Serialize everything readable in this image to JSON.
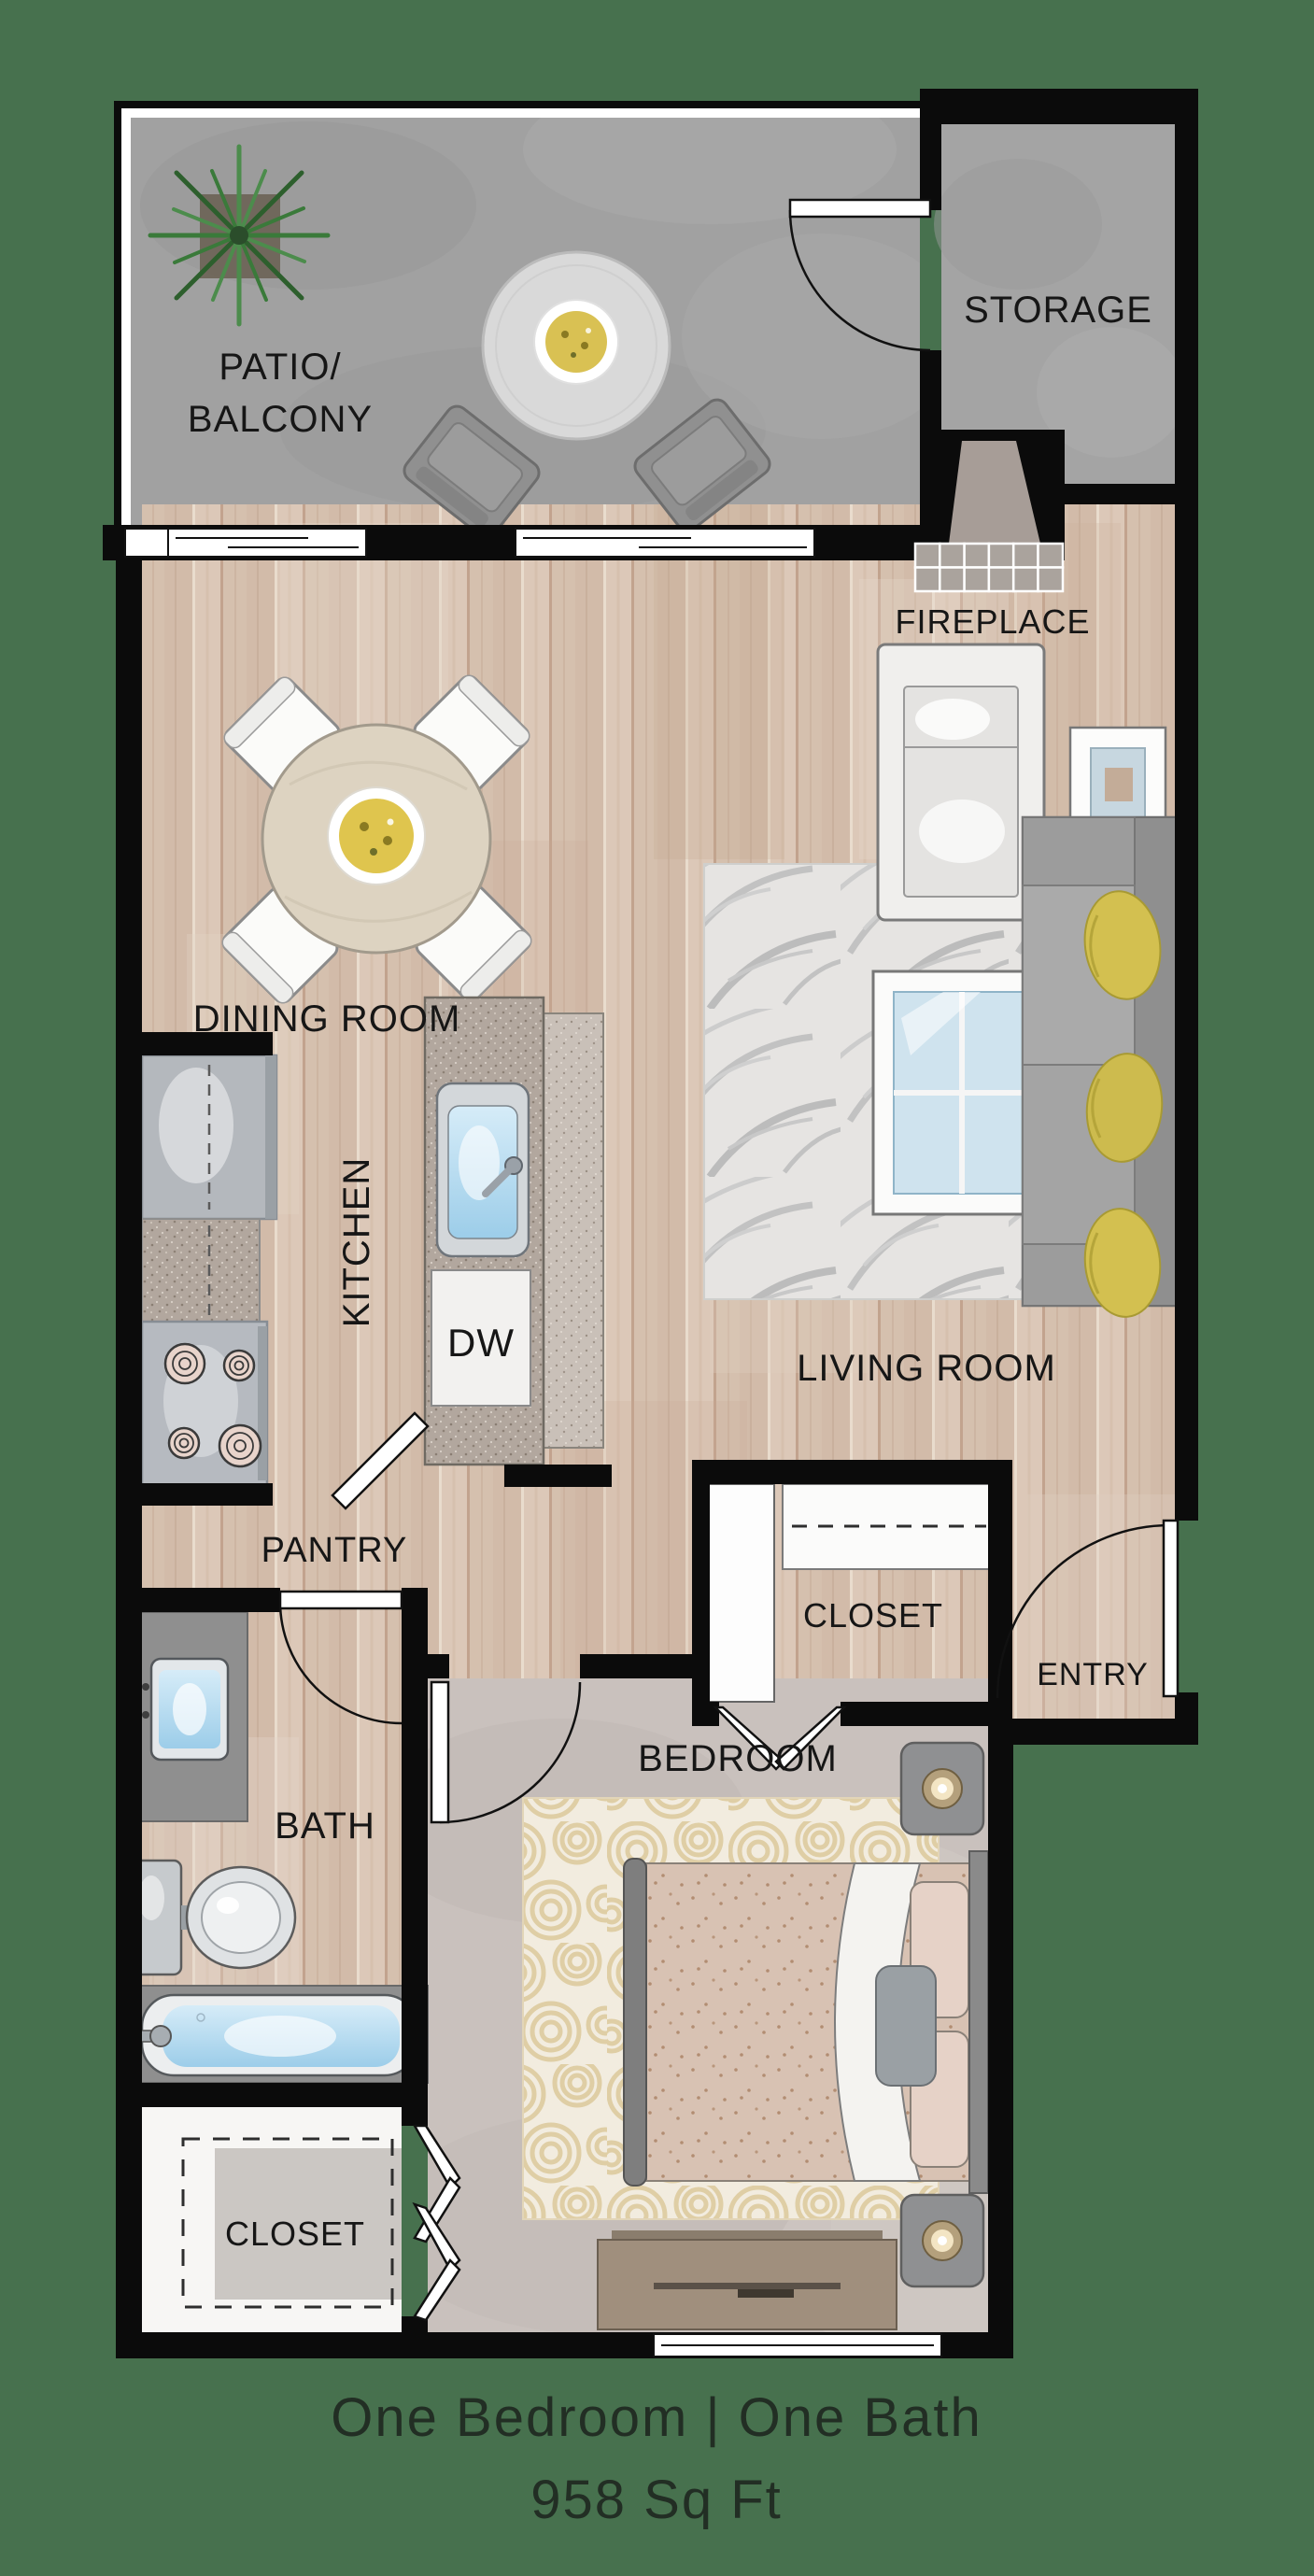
{
  "plan": {
    "patio": {
      "label_line1": "PATIO/",
      "label_line2": "BALCONY"
    },
    "storage": {
      "label": "STORAGE"
    },
    "fireplace": {
      "label": "FIREPLACE"
    },
    "dining_room": {
      "label": "DINING ROOM"
    },
    "kitchen": {
      "label": "KITCHEN",
      "dishwasher": "DW"
    },
    "pantry": {
      "label": "PANTRY"
    },
    "bath": {
      "label": "BATH"
    },
    "living_room": {
      "label": "LIVING ROOM"
    },
    "hall_closet": {
      "label": "CLOSET"
    },
    "entry": {
      "label": "ENTRY"
    },
    "bedroom": {
      "label": "BEDROOM"
    },
    "bedroom_closet": {
      "label": "CLOSET"
    }
  },
  "footer": {
    "line1": "One Bedroom | One Bath",
    "line2": "958 Sq Ft"
  },
  "colors": {
    "background": "#47714E",
    "wall": "#0b0b0b",
    "wood_floor": "#d5bfae",
    "patio_floor": "#a1a1a1",
    "bedroom_floor": "#c9c1bd",
    "pillow_accent": "#d3c050",
    "water": "#a8d4ee",
    "label_text": "#161616",
    "footer_text": "#222e24"
  }
}
